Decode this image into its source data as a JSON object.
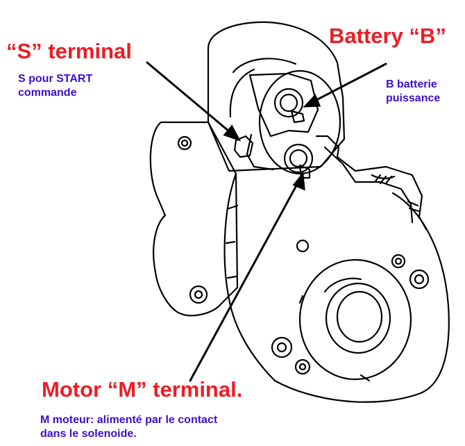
{
  "labels": {
    "s_terminal": "“S” terminal",
    "s_note": "S pour START\ncommande",
    "battery": "Battery “B”",
    "battery_note": "B batterie\npuissance",
    "motor": "Motor “M” terminal.",
    "motor_note": "M moteur: alimenté par le contact\ndans le solenoide."
  },
  "colors": {
    "title": "#ee1c24",
    "note": "#3a0fd0",
    "line": "#000000"
  }
}
